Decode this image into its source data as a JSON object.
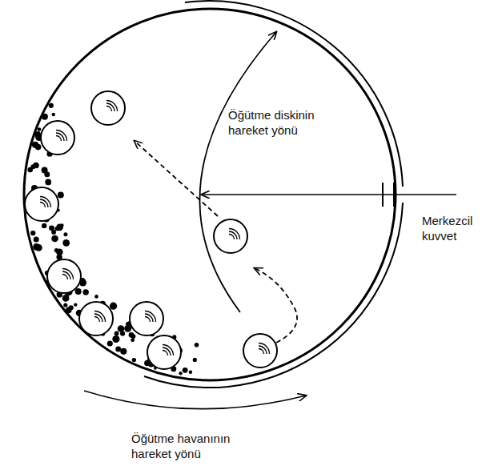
{
  "diagram": {
    "labels": [
      "Öğütme diskinin hareket yönü",
      "Merkezcil kuvvet",
      "Öğütme havanının hareket yönü"
    ]
  }
}
